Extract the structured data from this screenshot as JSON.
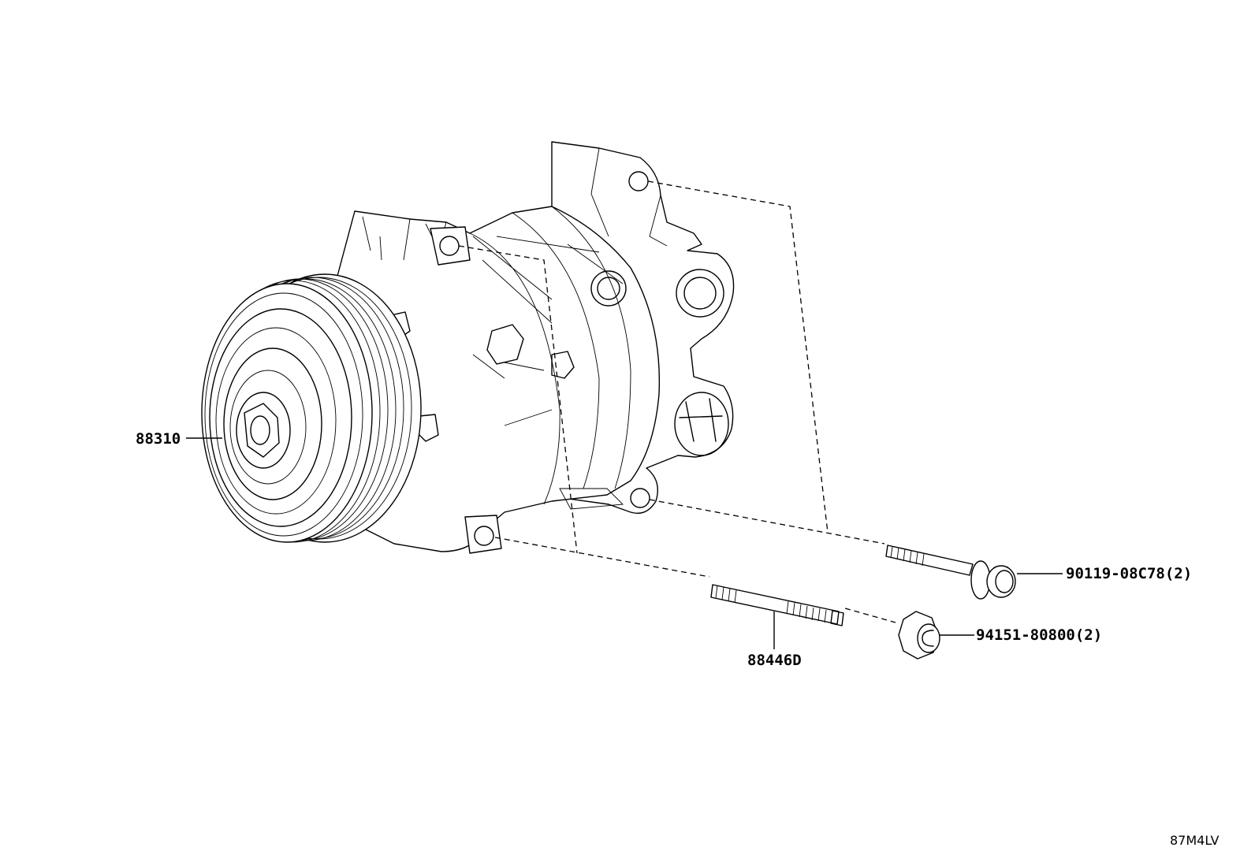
{
  "diagram": {
    "parts": [
      {
        "id": "compressor",
        "label": "88310",
        "icon": "compressor-icon"
      },
      {
        "id": "stud-bolt",
        "label": "88446D",
        "icon": "stud-bolt-icon"
      },
      {
        "id": "flange-bolt",
        "label": "90119-08C78(2)",
        "icon": "flange-bolt-icon"
      },
      {
        "id": "nut",
        "label": "94151-80800(2)",
        "icon": "nut-icon"
      }
    ],
    "diagram_id": "87M4LV"
  }
}
